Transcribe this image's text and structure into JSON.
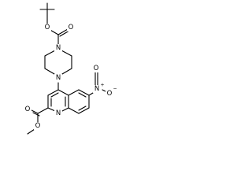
{
  "molecule": {
    "atoms": {
      "boc_ester_o": "O",
      "boc_carbonyl_o": "O",
      "piperazine_n_top": "N",
      "piperazine_n_bottom": "N",
      "nitro_n": "N",
      "nitro_o_top": "O",
      "nitro_o_right": "O",
      "quinoline_n": "N",
      "ester_carbonyl_o": "O",
      "ester_o": "O"
    },
    "charges": {
      "nitro_n": "+",
      "nitro_o_right": "−"
    }
  }
}
